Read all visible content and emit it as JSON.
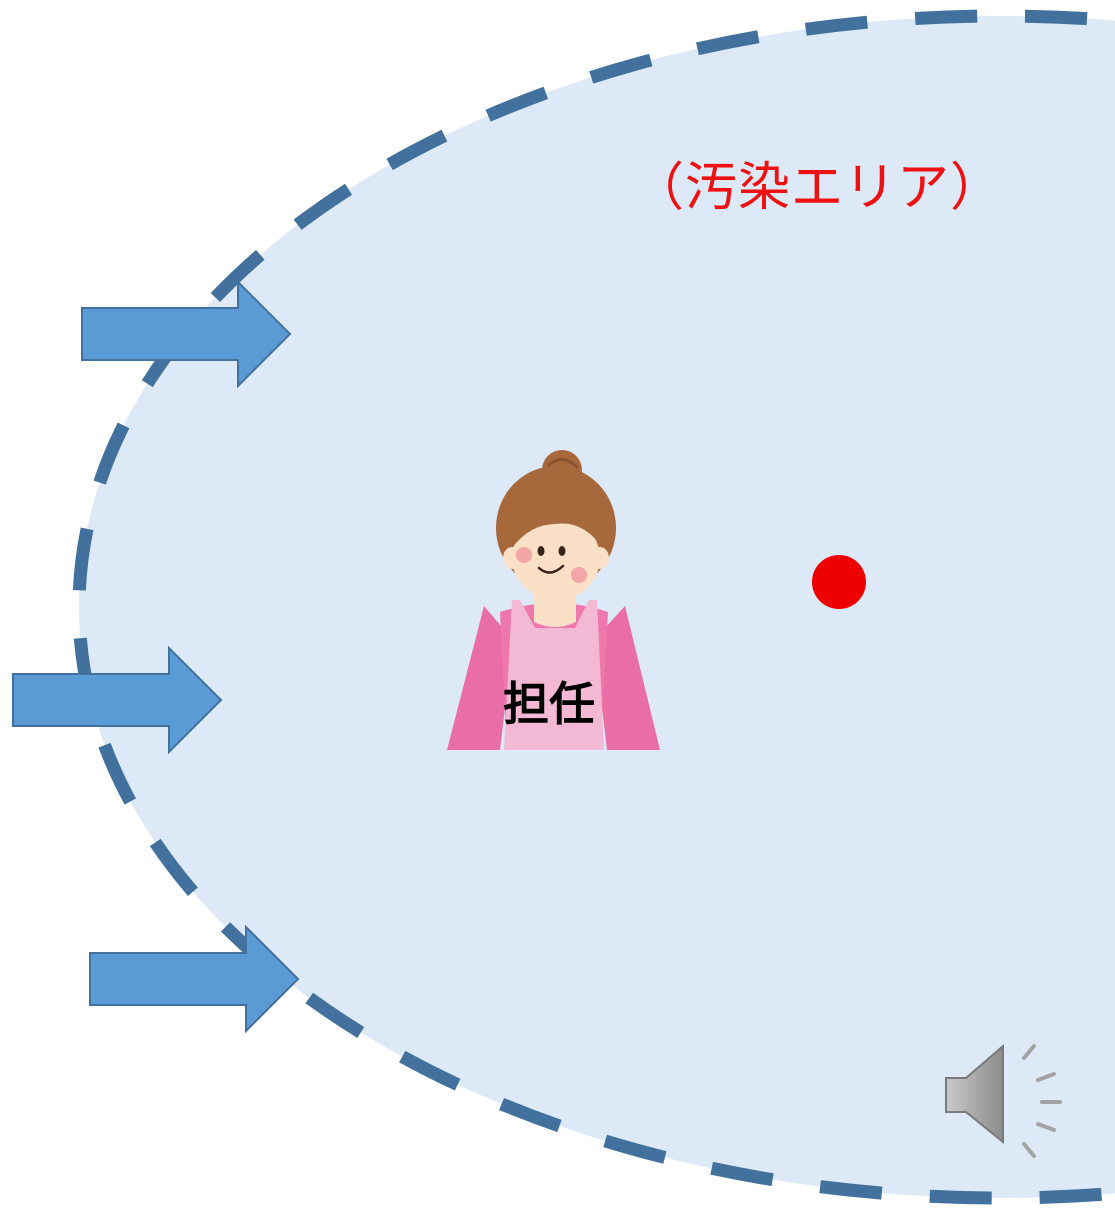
{
  "zone": {
    "title": "（汚染エリア）",
    "fill_color": "#dde9f6",
    "border_color": "#41719c",
    "title_color": "#ee1111"
  },
  "person": {
    "label": "担任",
    "role_icon": "teacher-woman-apron-icon",
    "apron_color": "#f3b8d3"
  },
  "source_marker": {
    "color": "#ee0000"
  },
  "arrows": {
    "count": 3,
    "color": "#5b9bd5",
    "direction": "right"
  },
  "audio": {
    "icon": "speaker-icon"
  }
}
